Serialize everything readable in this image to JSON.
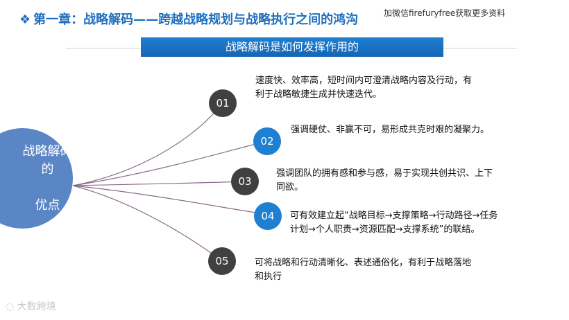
{
  "header": {
    "bullet": "❖",
    "title": "第一章：战略解码——跨越战略规划与战略执行之间的鸿沟",
    "watermark": "加微信firefuryfree获取更多资料"
  },
  "banner": {
    "text": "战略解码是如何发挥作用的"
  },
  "center": {
    "line1": "战略解码的",
    "line2": "优点"
  },
  "items": [
    {
      "num": "01",
      "text_line1": "速度快、效率高，短时间内可澄清战略内容及行动，有",
      "text_line2": "利于战略敏捷生成并快速迭代。"
    },
    {
      "num": "02",
      "text_line1": "强调硬仗、非赢不可，易形成共克时艰的凝聚力。",
      "text_line2": ""
    },
    {
      "num": "03",
      "text_line1": "强调团队的拥有感和参与感，易于实现共创共识、上下",
      "text_line2": "同欲。"
    },
    {
      "num": "04",
      "text_line1": "可有效建立起“战略目标→支撑策略→行动路径→任务",
      "text_line2": "计划→个人职责→资源匹配→支撑系统”的联结。"
    },
    {
      "num": "05",
      "text_line1": "可将战略和行动清晰化、表述通俗化，有利于战略落地",
      "text_line2": "和执行"
    }
  ],
  "footer": {
    "watermark": "大数跨境"
  },
  "colors": {
    "accent_blue": "#1f7fd1",
    "dark_circle": "#404040",
    "main_circle": "#5a86c6",
    "title": "#1f6fbf"
  }
}
